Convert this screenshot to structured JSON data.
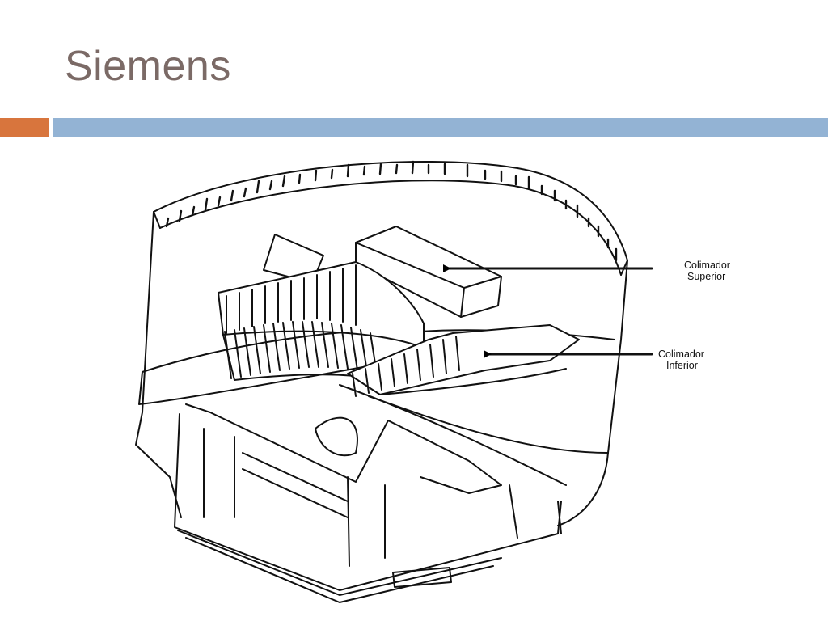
{
  "slide": {
    "title": "Siemens",
    "colors": {
      "orange_bar": "#d8753d",
      "blue_bar": "#93b3d4",
      "title": "#7b6a66"
    }
  },
  "diagram": {
    "labels": {
      "superior": {
        "line1": "Colimador",
        "line2": "Superior"
      },
      "inferior": {
        "line1": "Colimador",
        "line2": "Inferior"
      }
    }
  }
}
